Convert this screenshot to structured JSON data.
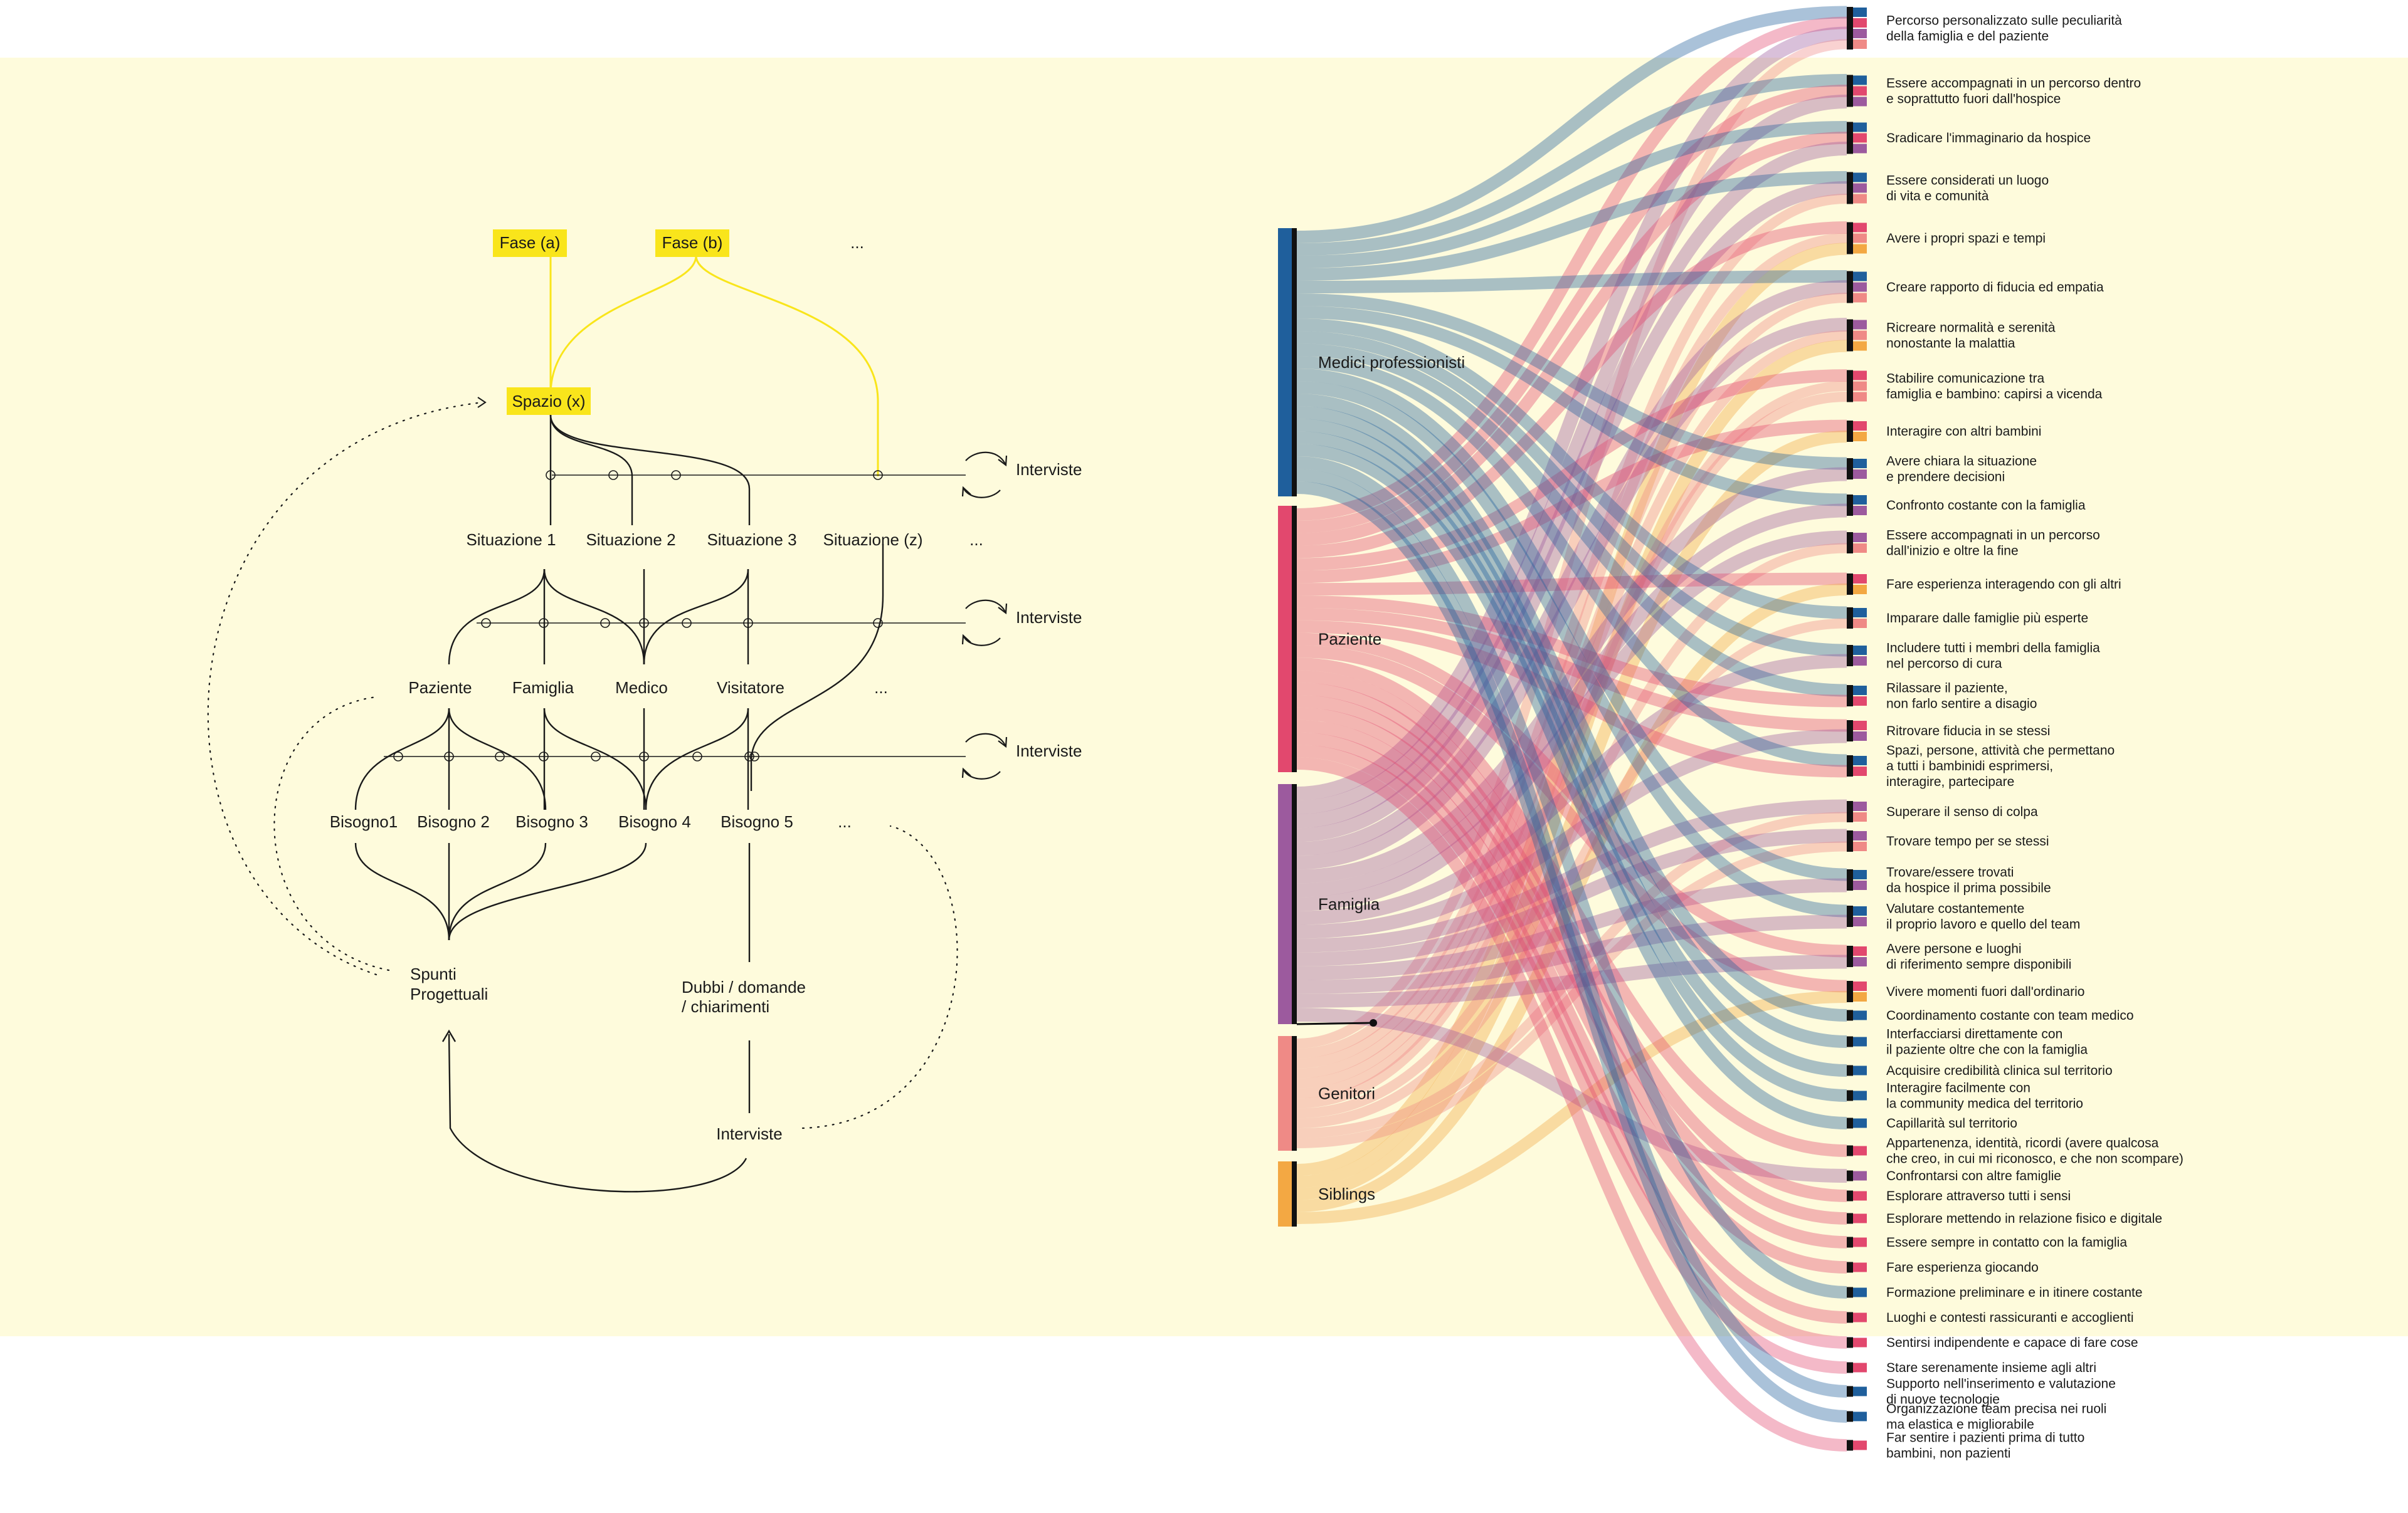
{
  "colors": {
    "background_band": "#fefbdc",
    "phase_yellow": "#f9e51b",
    "medici": "#1f5f9c",
    "paziente": "#e2486e",
    "famiglia": "#9c5a9e",
    "genitori": "#ef8a86",
    "siblings": "#f3a843"
  },
  "process": {
    "phases": [
      "Fase (a)",
      "Fase (b)",
      "..."
    ],
    "space": "Spazio (x)",
    "situations": [
      "Situazione 1",
      "Situazione 2",
      "Situazione 3",
      "Situazione (z)",
      "..."
    ],
    "actors": [
      "Paziente",
      "Famiglia",
      "Medico",
      "Visitatore",
      "..."
    ],
    "needs": [
      "Bisogno1",
      "Bisogno 2",
      "Bisogno 3",
      "Bisogno 4",
      "Bisogno 5",
      "..."
    ],
    "interviste_side": [
      "Interviste",
      "Interviste",
      "Interviste"
    ],
    "spunti": [
      "Spunti",
      "Progettuali"
    ],
    "dubbi": [
      "Dubbi / domande",
      "/ chiarimenti"
    ],
    "interviste_bottom": "Interviste"
  },
  "sankey": {
    "sources": [
      {
        "name": "Medici professionisti",
        "color": "medici"
      },
      {
        "name": "Paziente",
        "color": "paziente"
      },
      {
        "name": "Famiglia",
        "color": "famiglia"
      },
      {
        "name": "Genitori",
        "color": "genitori"
      },
      {
        "name": "Siblings",
        "color": "siblings"
      }
    ],
    "targets": [
      {
        "lines": [
          "Percorso personalizzato  sulle peculiarità",
          "della famiglia e del paziente"
        ],
        "from": [
          "medici",
          "paziente",
          "famiglia",
          "genitori"
        ]
      },
      {
        "lines": [
          "Essere accompagnati in un percorso dentro",
          "e soprattutto fuori dall'hospice"
        ],
        "from": [
          "medici",
          "paziente",
          "famiglia"
        ]
      },
      {
        "lines": [
          "Sradicare l'immaginario da hospice"
        ],
        "from": [
          "medici",
          "paziente",
          "famiglia"
        ]
      },
      {
        "lines": [
          "Essere considerati un luogo",
          "di vita e comunità"
        ],
        "from": [
          "medici",
          "famiglia",
          "genitori"
        ]
      },
      {
        "lines": [
          "Avere i propri spazi e tempi"
        ],
        "from": [
          "paziente",
          "genitori",
          "siblings"
        ]
      },
      {
        "lines": [
          "Creare rapporto di fiducia ed empatia"
        ],
        "from": [
          "medici",
          "famiglia",
          "genitori"
        ]
      },
      {
        "lines": [
          "Ricreare normalità e serenità",
          "nonostante la malattia"
        ],
        "from": [
          "famiglia",
          "genitori",
          "siblings"
        ]
      },
      {
        "lines": [
          "Stabilire comunicazione tra",
          "famiglia e bambino: capirsi a vicenda"
        ],
        "from": [
          "paziente",
          "genitori",
          "genitori"
        ]
      },
      {
        "lines": [
          "Interagire con altri bambini"
        ],
        "from": [
          "paziente",
          "siblings"
        ]
      },
      {
        "lines": [
          "Avere chiara la situazione",
          "e prendere decisioni"
        ],
        "from": [
          "medici",
          "famiglia"
        ]
      },
      {
        "lines": [
          "Confronto costante con la famiglia"
        ],
        "from": [
          "medici",
          "famiglia"
        ]
      },
      {
        "lines": [
          "Essere accompagnati in un percorso",
          "dall'inizio e oltre la fine"
        ],
        "from": [
          "famiglia",
          "genitori"
        ]
      },
      {
        "lines": [
          "Fare esperienza interagendo con gli altri"
        ],
        "from": [
          "paziente",
          "siblings"
        ]
      },
      {
        "lines": [
          "Imparare dalle famiglie più esperte"
        ],
        "from": [
          "medici",
          "genitori"
        ]
      },
      {
        "lines": [
          "Includere tutti i membri della famiglia",
          "nel percorso di cura"
        ],
        "from": [
          "medici",
          "famiglia"
        ]
      },
      {
        "lines": [
          "Rilassare il paziente,",
          "non farlo sentire a disagio"
        ],
        "from": [
          "medici",
          "paziente"
        ]
      },
      {
        "lines": [
          "Ritrovare fiducia in se stessi"
        ],
        "from": [
          "paziente",
          "famiglia"
        ]
      },
      {
        "lines": [
          "Spazi, persone, attività che permettano",
          "a tutti i bambinidi esprimersi,",
          "interagire, partecipare"
        ],
        "from": [
          "medici",
          "paziente"
        ]
      },
      {
        "lines": [
          "Superare il senso di colpa"
        ],
        "from": [
          "famiglia",
          "genitori"
        ]
      },
      {
        "lines": [
          "Trovare tempo per se stessi"
        ],
        "from": [
          "famiglia",
          "genitori"
        ]
      },
      {
        "lines": [
          "Trovare/essere trovati",
          "da hospice il prima possibile"
        ],
        "from": [
          "medici",
          "famiglia"
        ]
      },
      {
        "lines": [
          "Valutare costantemente",
          "il proprio lavoro e quello del team"
        ],
        "from": [
          "medici",
          "famiglia"
        ]
      },
      {
        "lines": [
          "Avere persone e luoghi",
          "di riferimento sempre disponibili"
        ],
        "from": [
          "paziente",
          "famiglia"
        ]
      },
      {
        "lines": [
          "Vivere momenti fuori dall'ordinario"
        ],
        "from": [
          "paziente",
          "siblings"
        ]
      },
      {
        "lines": [
          "Coordinamento costante con team medico"
        ],
        "from": [
          "medici"
        ]
      },
      {
        "lines": [
          "Interfacciarsi direttamente con",
          "il paziente oltre che con la famiglia"
        ],
        "from": [
          "medici"
        ]
      },
      {
        "lines": [
          "Acquisire credibilità clinica sul territorio"
        ],
        "from": [
          "medici"
        ]
      },
      {
        "lines": [
          "Interagire facilmente con",
          "la community medica del territorio"
        ],
        "from": [
          "medici"
        ]
      },
      {
        "lines": [
          "Capillarità sul territorio"
        ],
        "from": [
          "medici"
        ]
      },
      {
        "lines": [
          "Appartenenza, identità, ricordi (avere qualcosa",
          "che creo, in cui mi riconosco, e che non scompare)"
        ],
        "from": [
          "paziente"
        ]
      },
      {
        "lines": [
          "Confrontarsi con altre famiglie"
        ],
        "from": [
          "famiglia"
        ]
      },
      {
        "lines": [
          "Esplorare attraverso tutti i sensi"
        ],
        "from": [
          "paziente"
        ]
      },
      {
        "lines": [
          "Esplorare mettendo in relazione fisico e digitale"
        ],
        "from": [
          "paziente"
        ]
      },
      {
        "lines": [
          "Essere sempre in contatto con la famiglia"
        ],
        "from": [
          "paziente"
        ]
      },
      {
        "lines": [
          "Fare esperienza giocando"
        ],
        "from": [
          "paziente"
        ]
      },
      {
        "lines": [
          "Formazione preliminare e in itinere costante"
        ],
        "from": [
          "medici"
        ]
      },
      {
        "lines": [
          "Luoghi e contesti rassicuranti e accoglienti"
        ],
        "from": [
          "paziente"
        ]
      },
      {
        "lines": [
          "Sentirsi indipendente e capace di fare cose"
        ],
        "from": [
          "paziente"
        ]
      },
      {
        "lines": [
          "Stare serenamente insieme agli altri"
        ],
        "from": [
          "paziente"
        ]
      },
      {
        "lines": [
          "Supporto nell'inserimento e valutazione",
          "di nuove tecnologie"
        ],
        "from": [
          "medici"
        ]
      },
      {
        "lines": [
          "Organizzazione team precisa nei ruoli",
          "ma elastica e migliorabile"
        ],
        "from": [
          "medici"
        ]
      },
      {
        "lines": [
          "Far sentire i pazienti prima di tutto",
          "bambini, non pazienti"
        ],
        "from": [
          "paziente"
        ]
      }
    ]
  }
}
